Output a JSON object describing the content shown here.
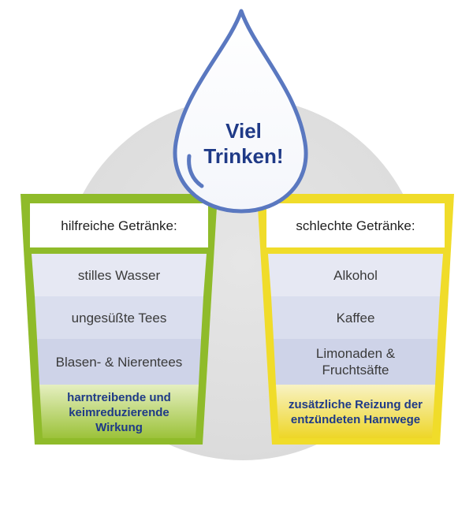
{
  "drop": {
    "line1": "Viel",
    "line2": "Trinken!"
  },
  "left_glass": {
    "header": "hilfreiche Getränke:",
    "rows": [
      "stilles Wasser",
      "ungesüßte Tees",
      "Blasen- & Nierentees"
    ],
    "bottom": "harntreibende und keimreduzierende Wirkung",
    "color": "#8fbb2a"
  },
  "right_glass": {
    "header": "schlechte Getränke:",
    "rows": [
      "Alkohol",
      "Kaffee",
      "Limonaden & Fruchtsäfte"
    ],
    "bottom": "zusätzliche Reizung der entzündeten Harnwege",
    "color": "#f0dc2a"
  },
  "colors": {
    "drop_outline": "#5a78c0",
    "title_text": "#1f3a87",
    "background_circle": "#dcdcdc"
  }
}
